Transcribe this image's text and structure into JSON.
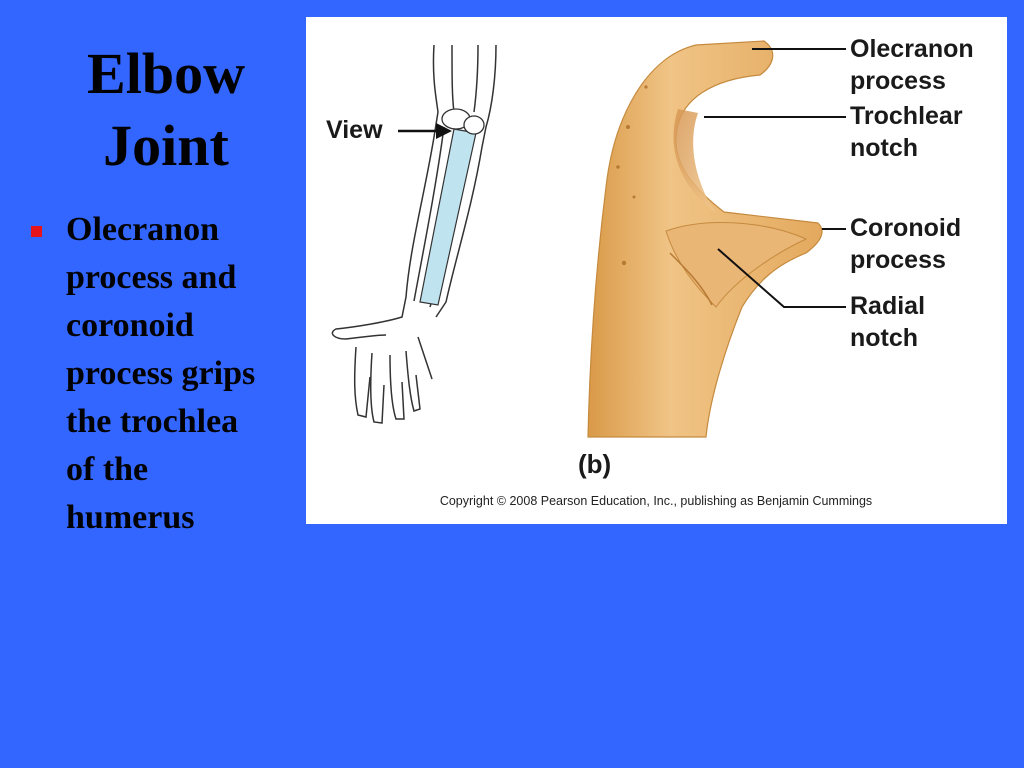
{
  "slide": {
    "title_lines": [
      "Elbow",
      "Joint"
    ],
    "bullet_lines": [
      "Olecranon",
      "process and",
      "coronoid",
      "process grips",
      "the trochlea",
      "of the",
      "humerus"
    ],
    "bullet_color": "#e8141c",
    "background_color": "#3366ff"
  },
  "figure": {
    "view_label": "View",
    "labels": {
      "olecranon": [
        "Olecranon",
        "process"
      ],
      "trochlear": [
        "Trochlear",
        "notch"
      ],
      "coronoid": [
        "Coronoid",
        "process"
      ],
      "radial": [
        "Radial",
        "notch"
      ]
    },
    "panel_label": "(b)",
    "copyright": "Copyright © 2008 Pearson Education, Inc., publishing as Benjamin Cummings"
  }
}
